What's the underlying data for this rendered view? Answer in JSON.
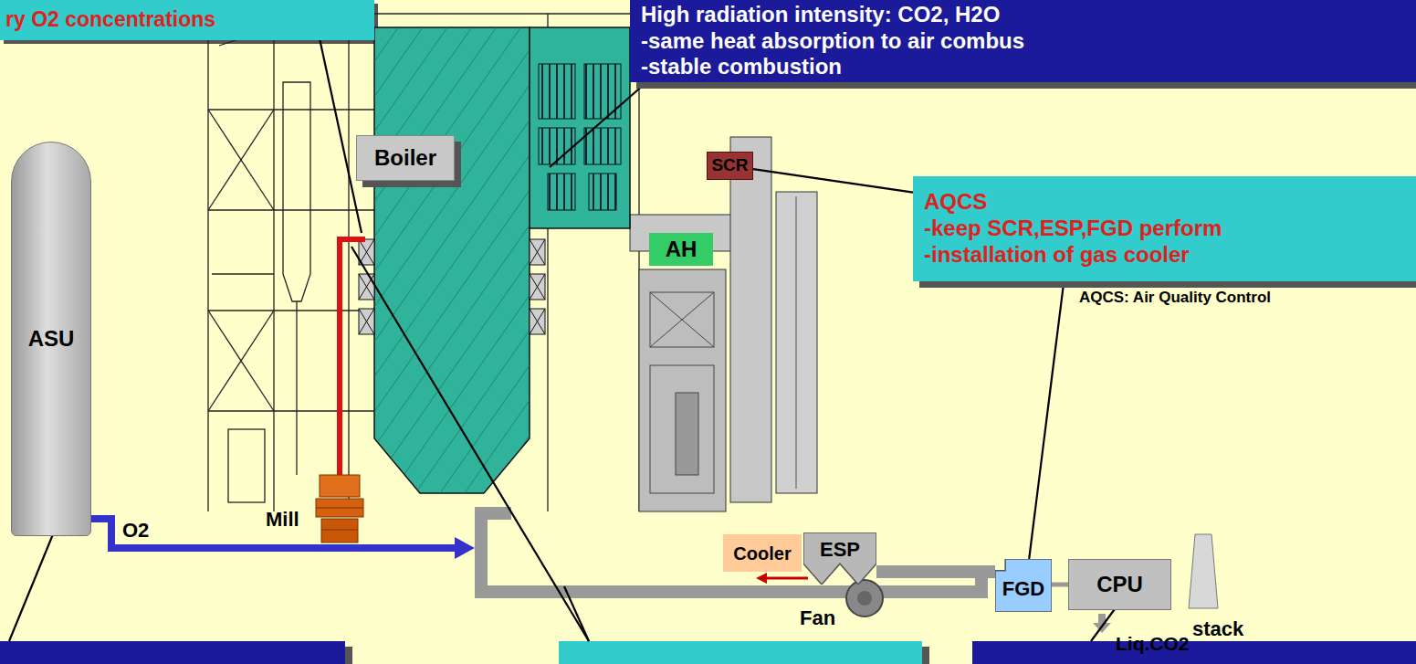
{
  "diagram": {
    "nodes": [
      {
        "text": [
          "ry O2 concentrations"
        ]
      },
      {
        "text": [
          "High radiation intensity: CO2, H2O",
          "-same heat absorption to air combus",
          "-stable combustion"
        ]
      },
      {
        "text": [
          "Boiler"
        ]
      },
      {
        "text": [
          "ASU"
        ]
      },
      {
        "text": [
          "SCR"
        ]
      },
      {
        "text": [
          "AQCS",
          "-keep SCR,ESP,FGD perform",
          "-installation of gas cooler"
        ]
      },
      {
        "text": [
          "AH"
        ]
      },
      {
        "text": [
          "Cooler"
        ]
      },
      {
        "text": [
          "ESP"
        ]
      },
      {
        "text": [
          "FGD"
        ]
      },
      {
        "text": [
          "CPU"
        ]
      }
    ],
    "edges": [
      {
        "from": 5,
        "to": 4,
        "arrow": "none"
      },
      {
        "from": 5,
        "to": 9,
        "arrow": "none"
      },
      {
        "from": 8,
        "to": 9,
        "arrow": "none"
      },
      {
        "from": 9,
        "to": 10,
        "arrow": "none"
      }
    ],
    "labels": [
      "Mill",
      "O2",
      "Fan",
      "stack",
      "Liq.CO2",
      "AQCS: Air Quality Control"
    ]
  }
}
